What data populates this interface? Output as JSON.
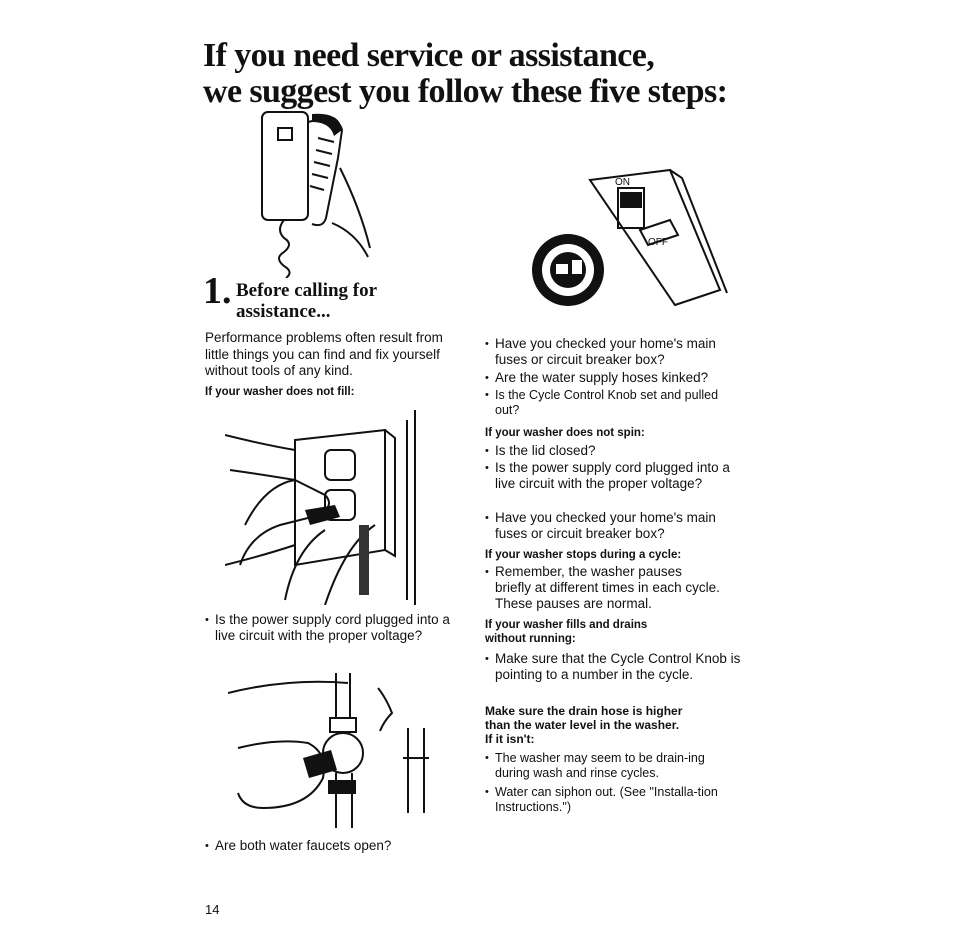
{
  "title": {
    "line1": "If you need service or assistance,",
    "line2": "we suggest you follow these five steps:"
  },
  "step": {
    "number": "1.",
    "heading_line1": "Before calling for",
    "heading_line2": "assistance..."
  },
  "intro": "Performance problems often result from little things you can find and fix yourself without tools of any kind.",
  "sections": {
    "no_fill": {
      "heading": "If your washer does not fill:",
      "bullets": [
        "Is the power supply cord plugged into a live circuit with the proper voltage?",
        "Are both water faucets open?"
      ]
    },
    "fuses": {
      "bullets": [
        "Have you checked your home's main fuses or circuit breaker box?",
        "Are the water supply hoses kinked?",
        "Is the Cycle Control Knob set and pulled out?"
      ]
    },
    "no_spin": {
      "heading": "If your washer does not spin:",
      "bullets": [
        "Is the lid closed?",
        "Is the power supply cord plugged into a live circuit with the proper voltage?",
        "Have you checked your home's main fuses or circuit breaker box?"
      ]
    },
    "stops": {
      "heading": "If your washer stops during a cycle:",
      "bullets": [
        "Remember, the washer pauses briefly at different times in each cycle. These pauses are normal."
      ]
    },
    "fills_drains": {
      "heading_line1": "If your washer fills and drains",
      "heading_line2": "without running:",
      "bullets": [
        "Make sure that the Cycle Control Knob is pointing to a number in the cycle."
      ]
    },
    "drain_hose": {
      "heading_line1": "Make sure the drain hose is higher",
      "heading_line2": "than the water level in the washer.",
      "heading_line3": "If it isn't:",
      "bullets": [
        "The washer may seem to be drain-ing during wash and rinse cycles.",
        "Water can siphon out. (See \"Installa-tion Instructions.\")"
      ]
    }
  },
  "breaker_labels": {
    "on": "ON",
    "off": "OFF"
  },
  "page_number": "14"
}
